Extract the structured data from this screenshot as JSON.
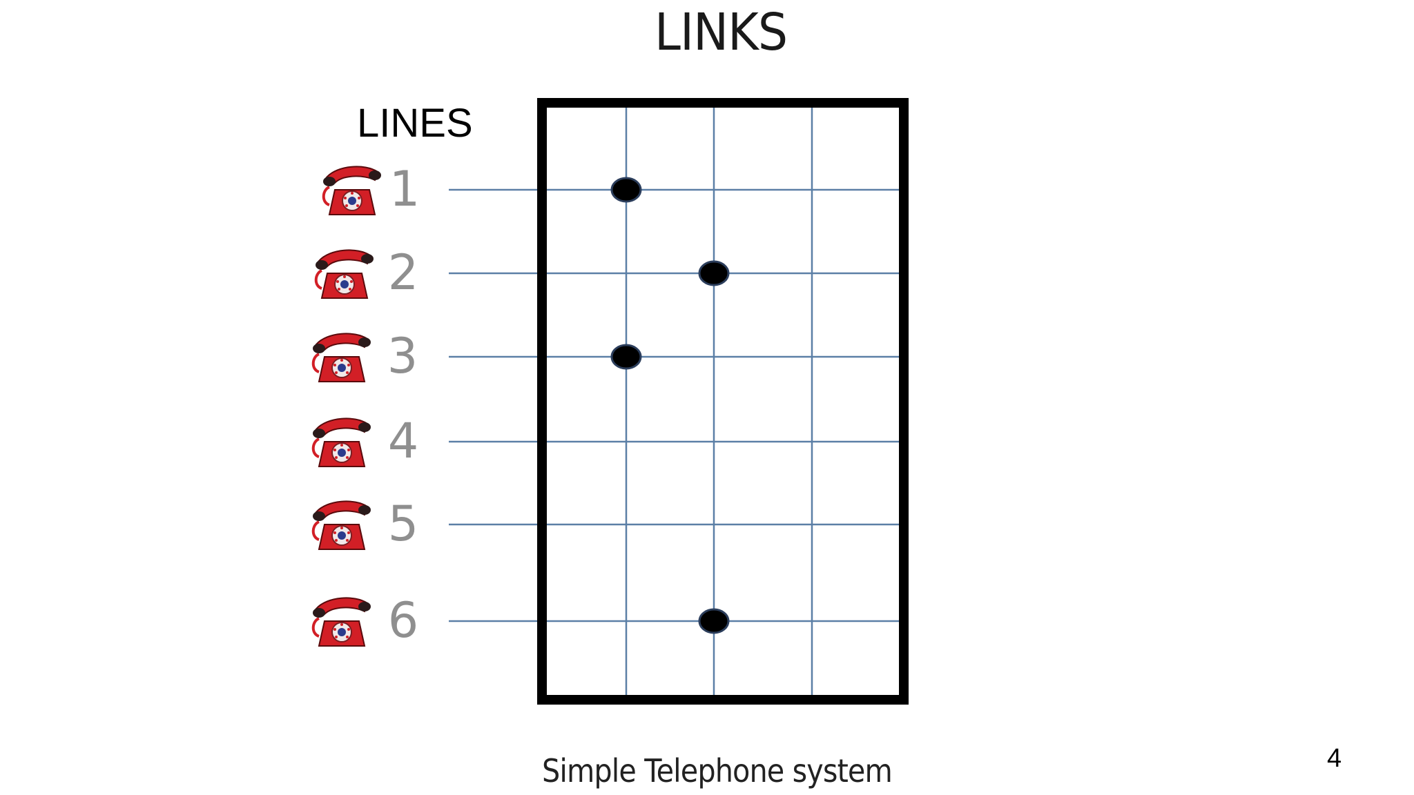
{
  "diagram": {
    "links_label": "LINKS",
    "lines_label": "LINES",
    "caption": "Simple Telephone system",
    "rows": [
      {
        "label": "1",
        "connected_link": 1
      },
      {
        "label": "2",
        "connected_link": 2
      },
      {
        "label": "3",
        "connected_link": 1
      },
      {
        "label": "4",
        "connected_link": null
      },
      {
        "label": "5",
        "connected_link": null
      },
      {
        "label": "6",
        "connected_link": 2
      }
    ],
    "link_count": 3,
    "icon": "red-rotary-telephone-icon",
    "colors": {
      "grid_line": "#5b7fa6",
      "frame": "#000000",
      "dot": "#000000",
      "phone_red": "#d21f26",
      "row_label": "#8f8f8f"
    }
  },
  "footer": {
    "page_number": "4"
  }
}
